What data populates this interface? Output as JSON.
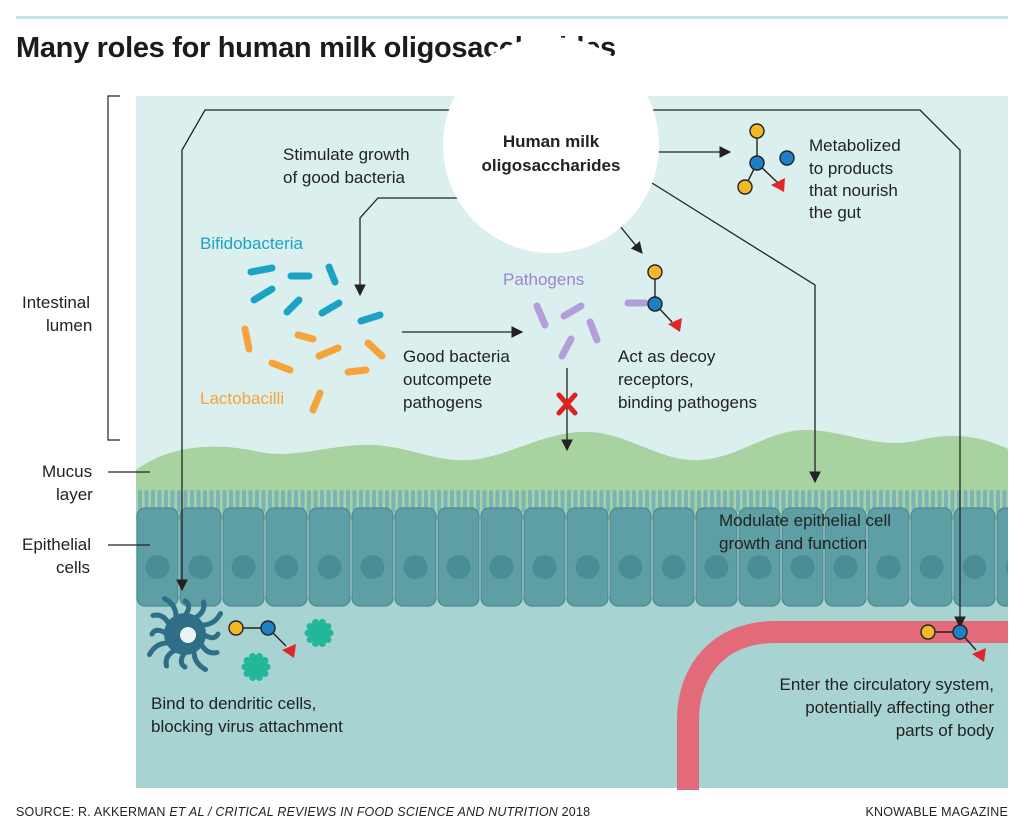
{
  "title": "Many roles for human milk oligosaccharides",
  "hmo": {
    "line1": "Human milk",
    "line2": "oligosaccharides"
  },
  "regions": {
    "lumen": [
      "Intestinal",
      "lumen"
    ],
    "mucus": [
      "Mucus",
      "layer"
    ],
    "epithelial": [
      "Epithelial",
      "cells"
    ]
  },
  "bacteria": {
    "bifido": "Bifidobacteria",
    "lacto": "Lactobacilli",
    "pathogens": "Pathogens"
  },
  "roles": {
    "stimulate": [
      "Stimulate growth",
      "of good bacteria"
    ],
    "outcompete": [
      "Good bacteria",
      "outcompete",
      "pathogens"
    ],
    "decoy": [
      "Act as decoy",
      "receptors,",
      "binding pathogens"
    ],
    "metabolized": [
      "Metabolized",
      "to products",
      "that nourish",
      "the gut"
    ],
    "modulate": [
      "Modulate epithelial cell",
      "growth and function"
    ],
    "dendritic": [
      "Bind to dendritic cells,",
      "blocking virus attachment"
    ],
    "circulatory": [
      "Enter the circulatory system,",
      "potentially affecting other",
      "parts of body"
    ]
  },
  "footer": {
    "source_prefix": "SOURCE: R. AKKERMAN ",
    "source_italic": "ET AL / CRITICAL REVIEWS IN FOOD SCIENCE AND NUTRITION",
    "source_year": " 2018",
    "credit": "KNOWABLE MAGAZINE"
  },
  "colors": {
    "lumen_bg": "#dcefef",
    "mucus": "#a8d2a0",
    "epithelium": "#5e9fa6",
    "submucosa": "#a8d3d3",
    "bifido": "#1ba3c6",
    "lacto": "#f5a33a",
    "pathogen": "#b39ddb",
    "blood_vessel": "#e36a78",
    "glycan_yellow": "#f2b826",
    "glycan_blue": "#1e7fc8",
    "glycan_red": "#e0262b",
    "block_x": "#e02020"
  },
  "icons": [
    "glycan-icon",
    "block-x-icon",
    "dendritic-cell-icon",
    "virus-icon",
    "blood-vessel-icon"
  ]
}
